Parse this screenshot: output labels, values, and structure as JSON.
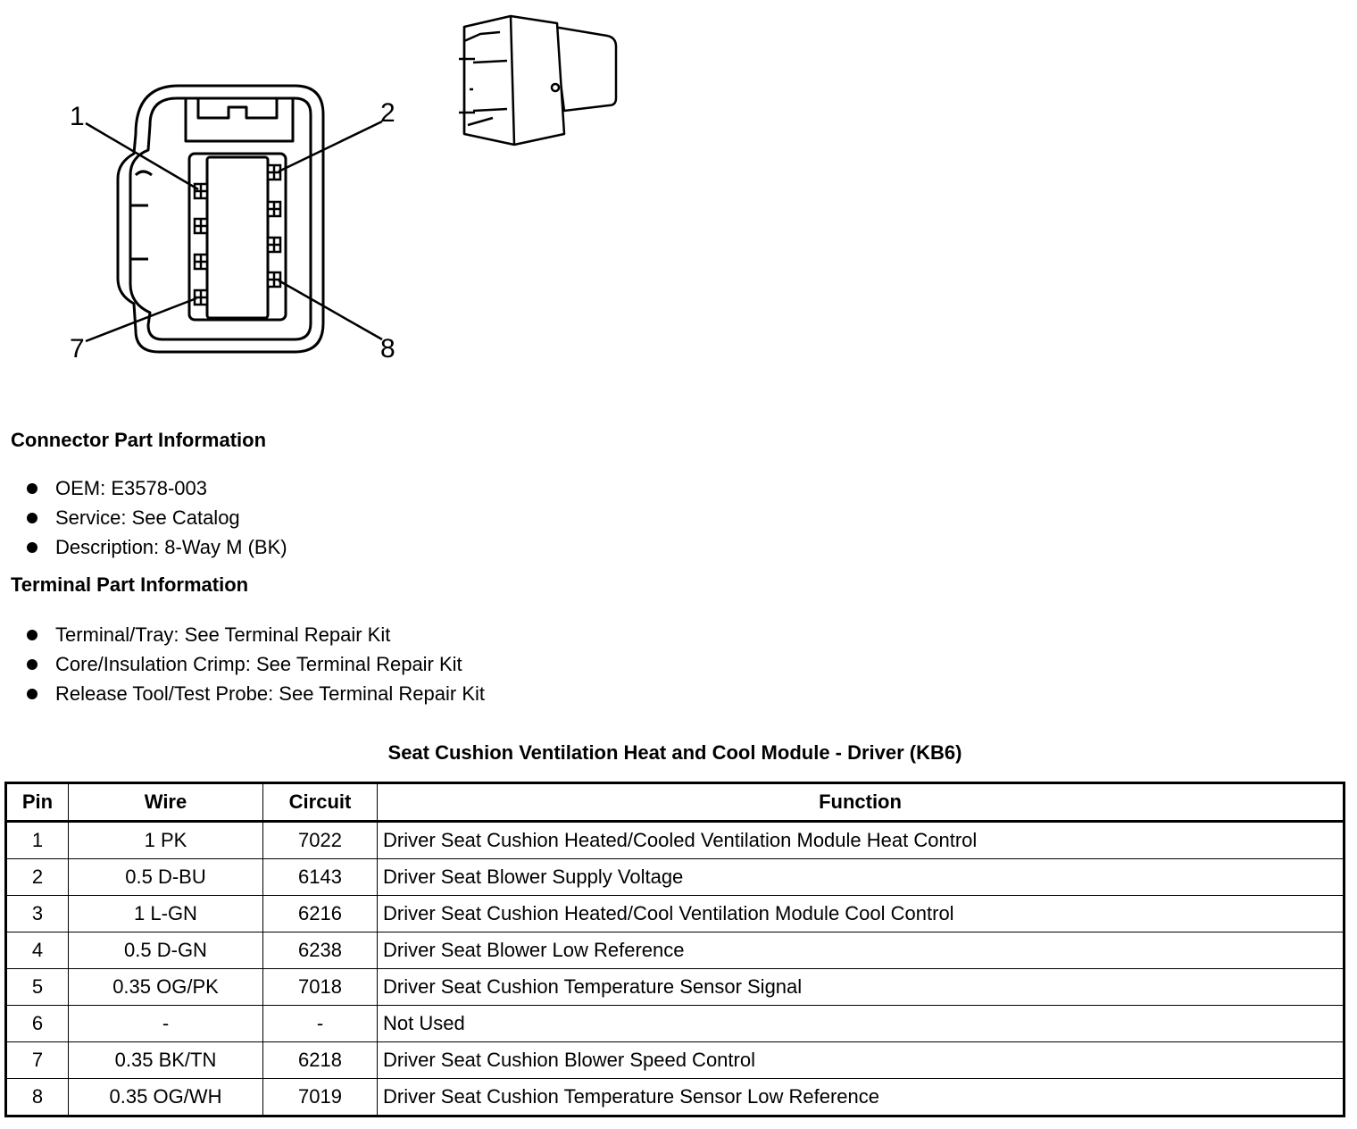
{
  "diagram": {
    "callouts": [
      "1",
      "2",
      "7",
      "8"
    ]
  },
  "connector_info": {
    "heading": "Connector Part Information",
    "items": [
      "OEM: E3578-003",
      "Service: See Catalog",
      "Description: 8-Way M (BK)"
    ]
  },
  "terminal_info": {
    "heading": "Terminal Part Information",
    "items": [
      "Terminal/Tray: See Terminal Repair Kit",
      "Core/Insulation Crimp: See Terminal Repair Kit",
      "Release Tool/Test Probe: See Terminal Repair Kit"
    ]
  },
  "table": {
    "title": "Seat Cushion Ventilation Heat and Cool Module - Driver (KB6)",
    "headers": [
      "Pin",
      "Wire",
      "Circuit",
      "Function"
    ],
    "rows": [
      [
        "1",
        "1 PK",
        "7022",
        "Driver Seat Cushion Heated/Cooled Ventilation Module Heat Control"
      ],
      [
        "2",
        "0.5 D-BU",
        "6143",
        "Driver Seat Blower Supply Voltage"
      ],
      [
        "3",
        "1 L-GN",
        "6216",
        "Driver Seat Cushion Heated/Cool Ventilation Module Cool Control"
      ],
      [
        "4",
        "0.5 D-GN",
        "6238",
        "Driver Seat Blower Low Reference"
      ],
      [
        "5",
        "0.35 OG/PK",
        "7018",
        "Driver Seat Cushion Temperature Sensor Signal"
      ],
      [
        "6",
        "-",
        "-",
        "Not Used"
      ],
      [
        "7",
        "0.35 BK/TN",
        "6218",
        "Driver Seat Cushion Blower Speed Control"
      ],
      [
        "8",
        "0.35 OG/WH",
        "7019",
        "Driver Seat Cushion Temperature Sensor Low Reference"
      ]
    ]
  }
}
